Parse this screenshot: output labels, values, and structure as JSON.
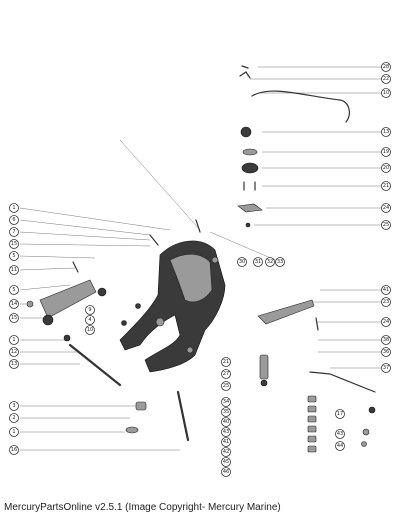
{
  "footer": {
    "text": "MercuryPartsOnline v2.5.1 (Image Copyright- Mercury Marine)"
  },
  "colors": {
    "ink": "#333333",
    "paper": "#ffffff",
    "part": "#3a3a3a"
  },
  "callouts_right": [
    "28",
    "22",
    "10",
    "13",
    "19",
    "20",
    "21",
    "24",
    "25",
    "41",
    "23",
    "24",
    "38",
    "36",
    "37"
  ],
  "callouts_left": [
    "1",
    "6",
    "7",
    "15",
    "5",
    "11",
    "5",
    "14",
    "15",
    "1",
    "12",
    "13",
    "3",
    "2",
    "1",
    "16"
  ],
  "callouts_mid": [
    "9",
    "4",
    "10",
    "30",
    "31",
    "32",
    "33",
    "21",
    "27",
    "25"
  ],
  "callouts_lower_right": [
    "34",
    "35",
    "40",
    "43",
    "41",
    "42",
    "45",
    "46",
    "17",
    "43",
    "44"
  ]
}
